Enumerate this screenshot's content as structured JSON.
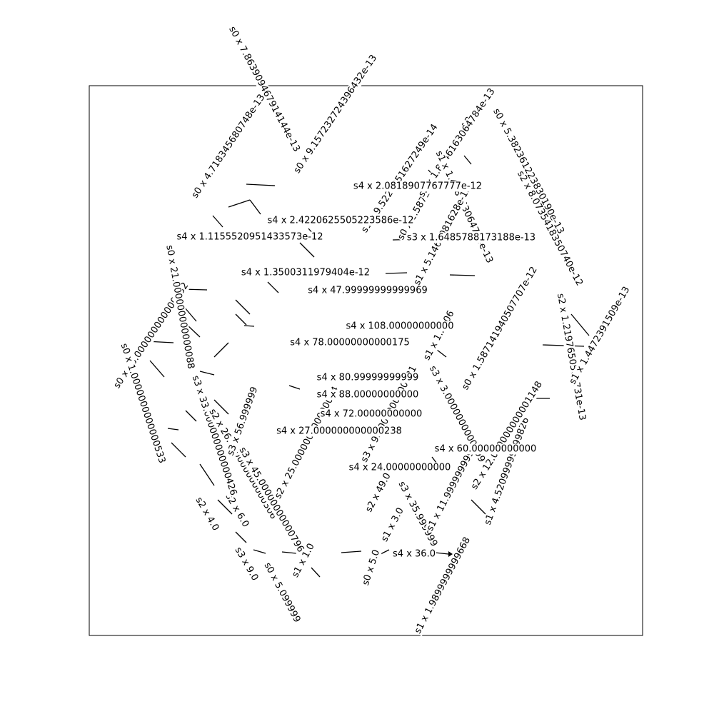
{
  "diagram": {
    "kind": "edge-labelled graph",
    "horizontal_labels": [
      "s4 x 2.0818907767777e-12",
      "s4 x 2.4220625505223586e-12",
      "s4 x 1.1155520951433573e-12",
      "s4 x 1.3500311979404e-12",
      "s4 x 47.99999999999969",
      "s4 x 108.00000000000",
      "s4 x 78.00000000000175",
      "s4 x 80.99999999999",
      "s4 x 88.00000000000",
      "s4 x 27.000000000000238",
      "s4 x 60.00000000000",
      "s4 x 36.0",
      "s3 x 1.6485788173188e-13",
      "s4 x 72.00000000000",
      "s4 x 24.00000000000"
    ],
    "slanted_labels": [
      "s0 x 7.863909467914144e-13",
      "s0 x 4.718345680748e-13",
      "s0 x 9.157232724396432e-13",
      "s1 x 9.5228951627249e-14",
      "s0 x 1.587141940507708e-13",
      "s2 x 1.8246163064784e-13",
      "s0 x 5.382361223830190e-13",
      "s1 x 1.468163064784e-13",
      "s2 x 8.0735418350740e-12",
      "s1 x 5.1467081628e-13",
      "s0 x 1.587141940507707e-12",
      "s2 x 1.2197650562731e-13",
      "s1 x 1.4472391509e-13",
      "s0 x 15.000000000000032",
      "s0 x 21.000000000000088",
      "s0 x 1.0000000000000533",
      "s2 x 4.0",
      "s2 x 6.0",
      "s3 x 9.0",
      "s0 x 5.099999",
      "s1 x 1.0",
      "s0 x 5.0",
      "s1 x 3.0",
      "s2 x 49.0",
      "s3 x 35.999999",
      "s1 x 11.99999999999",
      "s1 x 1.9899999999668",
      "s1 x 4.52099999999826",
      "s2 x 12.000000000001148",
      "s3 x 33.000000000000426",
      "s2 x 26.000000000000306",
      "s3 x 45.00000000000796",
      "s3 x 56.999999",
      "s2 x 25.000000000000064",
      "s3 x 9.0000000000021",
      "s1 x 1.2906",
      "s3 x 3.0000000000199"
    ]
  }
}
